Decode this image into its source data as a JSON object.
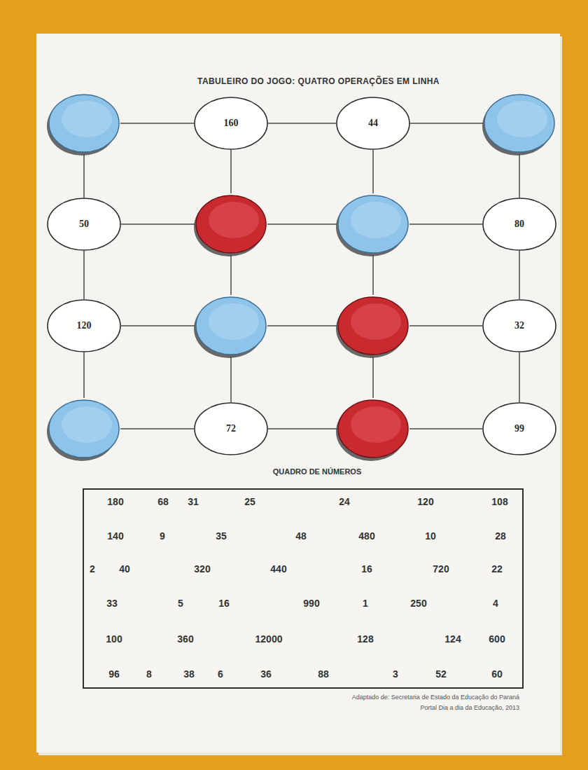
{
  "diagram": {
    "title": "TABULEIRO DO JOGO: QUATRO OPERAÇÕES EM LINHA",
    "nodes": [
      {
        "text": []
      },
      {
        "text": [
          "160"
        ]
      },
      {
        "text": [
          "44"
        ]
      },
      {
        "text": []
      },
      {
        "text": [
          "50"
        ]
      },
      {
        "text": []
      },
      {
        "text": []
      },
      {
        "text": [
          "80"
        ]
      },
      {
        "text": [
          "120"
        ]
      },
      {
        "text": []
      },
      {
        "text": []
      },
      {
        "text": [
          "32"
        ]
      },
      {
        "text": []
      },
      {
        "text": [
          "72"
        ]
      },
      {
        "text": []
      },
      {
        "text": [
          "99"
        ]
      },
      {
        "text": [
          "QUADRO DE NÚMEROS"
        ]
      }
    ],
    "edges": [
      {
        "from": 0,
        "to": 1,
        "arrow": "none"
      },
      {
        "from": 1,
        "to": 2,
        "arrow": "none"
      },
      {
        "from": 2,
        "to": 3,
        "arrow": "none"
      },
      {
        "from": 4,
        "to": 5,
        "arrow": "none"
      },
      {
        "from": 5,
        "to": 6,
        "arrow": "none"
      },
      {
        "from": 6,
        "to": 7,
        "arrow": "none"
      },
      {
        "from": 8,
        "to": 9,
        "arrow": "none"
      },
      {
        "from": 9,
        "to": 10,
        "arrow": "none"
      },
      {
        "from": 10,
        "to": 11,
        "arrow": "none"
      },
      {
        "from": 12,
        "to": 13,
        "arrow": "none"
      },
      {
        "from": 13,
        "to": 14,
        "arrow": "none"
      },
      {
        "from": 14,
        "to": 15,
        "arrow": "none"
      },
      {
        "from": 0,
        "to": 4,
        "arrow": "none"
      },
      {
        "from": 4,
        "to": 8,
        "arrow": "none"
      },
      {
        "from": 8,
        "to": 12,
        "arrow": "none"
      },
      {
        "from": 1,
        "to": 5,
        "arrow": "none"
      },
      {
        "from": 5,
        "to": 9,
        "arrow": "none"
      },
      {
        "from": 9,
        "to": 13,
        "arrow": "none"
      },
      {
        "from": 2,
        "to": 6,
        "arrow": "none"
      },
      {
        "from": 6,
        "to": 10,
        "arrow": "none"
      },
      {
        "from": 10,
        "to": 14,
        "arrow": "none"
      },
      {
        "from": 3,
        "to": 7,
        "arrow": "none"
      },
      {
        "from": 7,
        "to": 11,
        "arrow": "none"
      },
      {
        "from": 11,
        "to": 15,
        "arrow": "none"
      }
    ],
    "labels": [
      "180",
      "68",
      "31",
      "25",
      "24",
      "120",
      "108",
      "140",
      "9",
      "35",
      "48",
      "480",
      "10",
      "28",
      "2",
      "40",
      "320",
      "440",
      "16",
      "720",
      "22",
      "33",
      "5",
      "16",
      "990",
      "1",
      "250",
      "4",
      "100",
      "360",
      "12000",
      "128",
      "124",
      "600",
      "96",
      "8",
      "38",
      "6",
      "36",
      "88",
      "3",
      "52",
      "60",
      "Adaptado de: Secretaria de Estado da Educação do Paraná",
      "Portal Dia a dia da Educação, 2013"
    ]
  }
}
